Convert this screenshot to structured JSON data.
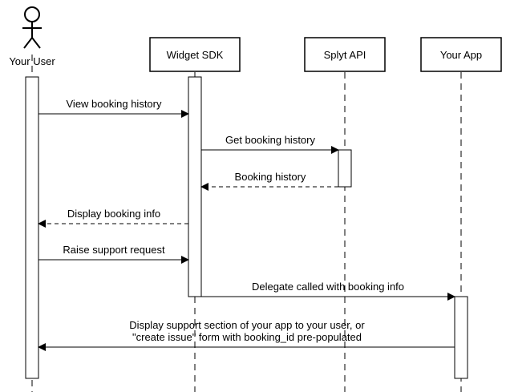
{
  "participants": [
    {
      "id": "user",
      "label": "Your User",
      "kind": "actor"
    },
    {
      "id": "sdk",
      "label": "Widget SDK",
      "kind": "box"
    },
    {
      "id": "api",
      "label": "Splyt API",
      "kind": "box"
    },
    {
      "id": "app",
      "label": "Your App",
      "kind": "box"
    }
  ],
  "messages": [
    {
      "id": "m1",
      "from": "user",
      "to": "sdk",
      "style": "solid",
      "lines": [
        "View booking history"
      ]
    },
    {
      "id": "m2",
      "from": "sdk",
      "to": "api",
      "style": "solid",
      "lines": [
        "Get booking history"
      ]
    },
    {
      "id": "m3",
      "from": "api",
      "to": "sdk",
      "style": "dashed",
      "lines": [
        "Booking history"
      ]
    },
    {
      "id": "m4",
      "from": "sdk",
      "to": "user",
      "style": "dashed",
      "lines": [
        "Display booking info"
      ]
    },
    {
      "id": "m5",
      "from": "user",
      "to": "sdk",
      "style": "solid",
      "lines": [
        "Raise support request"
      ]
    },
    {
      "id": "m6",
      "from": "sdk",
      "to": "app",
      "style": "solid",
      "lines": [
        "Delegate called with booking info"
      ]
    },
    {
      "id": "m7",
      "from": "app",
      "to": "user",
      "style": "solid",
      "lines": [
        "Display support section of your app to your user, or",
        "\"create issue\" form with booking_id pre-populated"
      ]
    }
  ]
}
